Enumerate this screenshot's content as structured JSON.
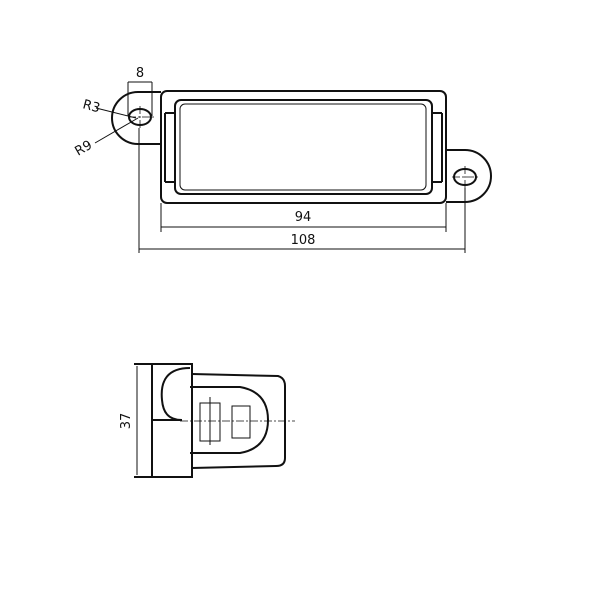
{
  "top_view": {
    "dimensions": {
      "lug_width": "8",
      "hole_radius": "R3",
      "lug_radius": "R9",
      "body_length": "94",
      "hole_spacing": "108"
    }
  },
  "side_view": {
    "dimensions": {
      "height": "37"
    }
  }
}
